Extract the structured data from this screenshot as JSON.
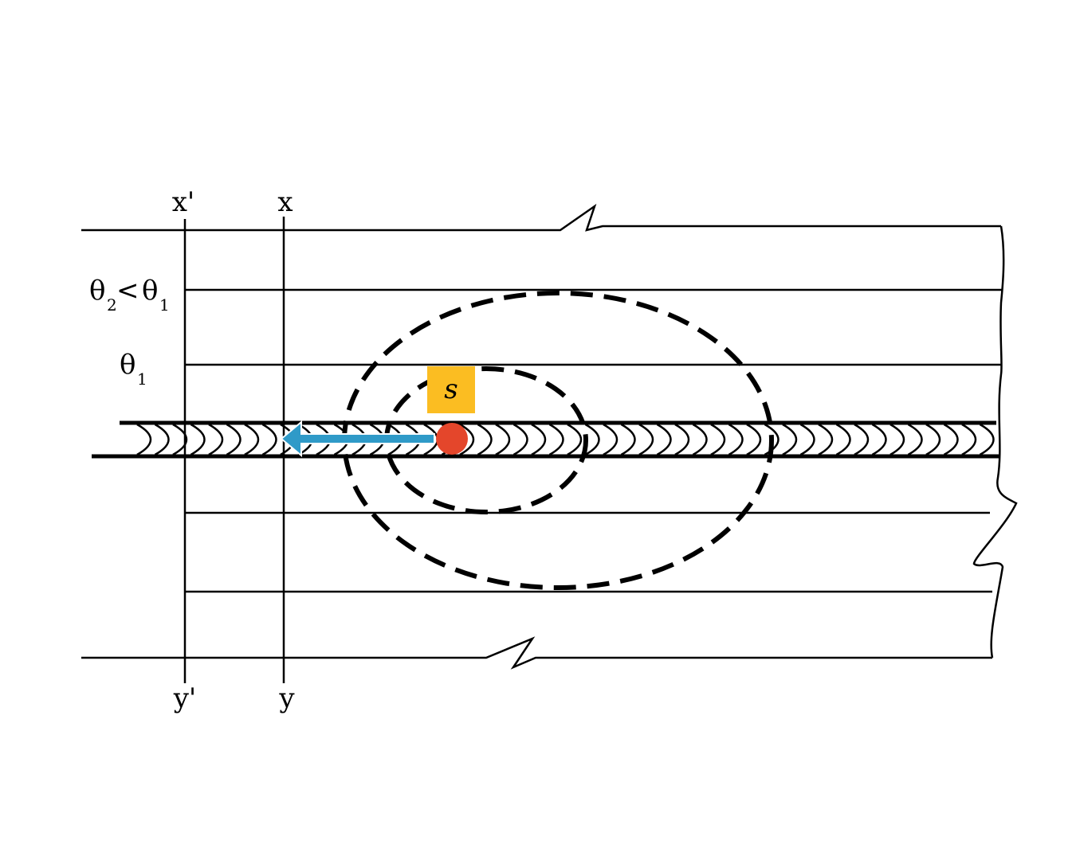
{
  "labels": {
    "x_prime": "x'",
    "x": "x",
    "y_prime": "y'",
    "y": "y",
    "theta2": "θ",
    "theta2_sub": "2",
    "less_than": "<",
    "theta1_a": "θ",
    "theta1_a_sub": "1",
    "theta1_b": "θ",
    "theta1_b_sub": "1",
    "source": "s"
  },
  "colors": {
    "arrow": "#2f9ac8",
    "heat_point": "#e4462b",
    "source_box": "#fbbd22",
    "line": "#000000"
  }
}
